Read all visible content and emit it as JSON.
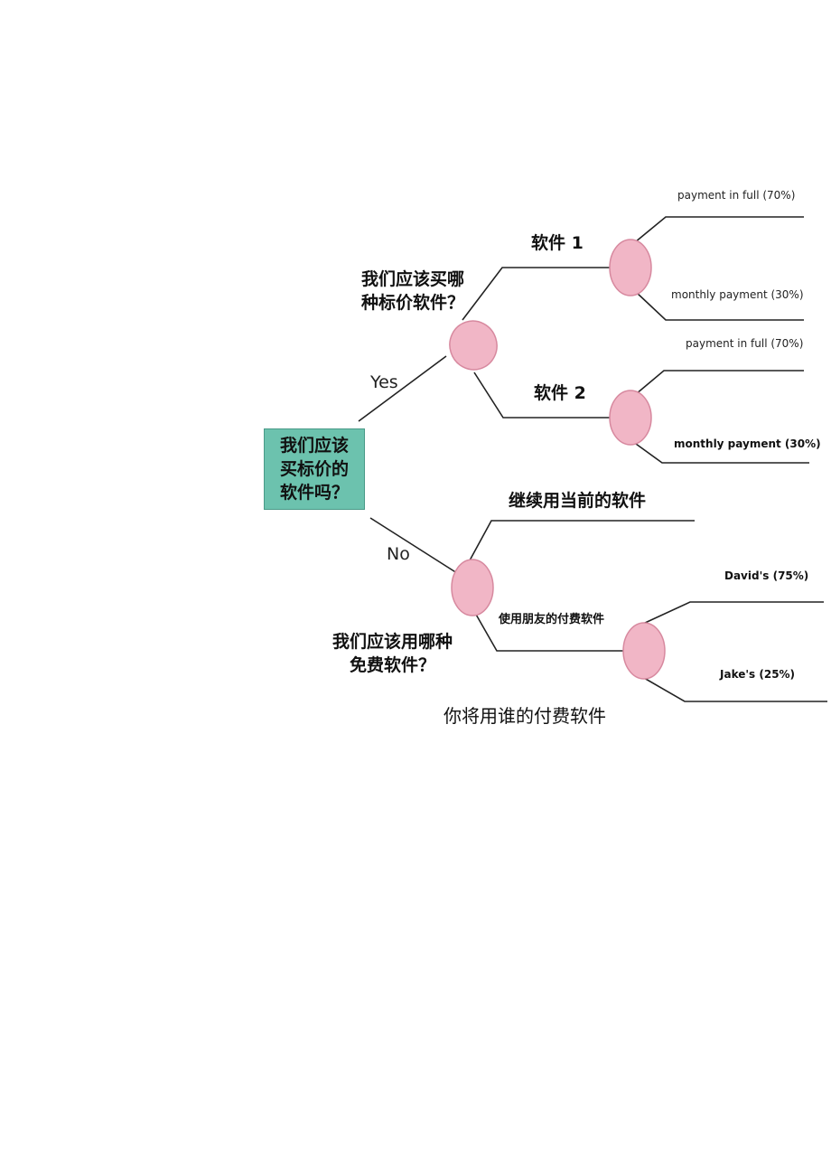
{
  "root": {
    "label": "我们应该\n买标价的\n软件吗？",
    "fill": "#6cc2ae"
  },
  "edges": {
    "yes": "Yes",
    "no": "No"
  },
  "paid_decision": {
    "question": "我们应该买哪\n种标价软件？",
    "options": [
      {
        "label": "软件 1",
        "outcomes": [
          {
            "label": "payment in full (70%)"
          },
          {
            "label": "monthly payment (30%)"
          }
        ]
      },
      {
        "label": "软件 2",
        "outcomes": [
          {
            "label": "payment in full (70%)"
          },
          {
            "label": "monthly payment (30%)"
          }
        ]
      }
    ]
  },
  "free_decision": {
    "question": "我们应该用哪种\n免费软件？",
    "options": [
      {
        "label": "继续用当前的软件"
      },
      {
        "label": "使用朋友的付费软件",
        "outcomes": [
          {
            "label": "David's (75%)"
          },
          {
            "label": "Jake's (25%)"
          }
        ]
      }
    ]
  },
  "caption": "你将用谁的付费软件",
  "colors": {
    "chance_node": "#f1b6c6",
    "chance_node_stroke": "#d7899f",
    "line": "#222222"
  }
}
